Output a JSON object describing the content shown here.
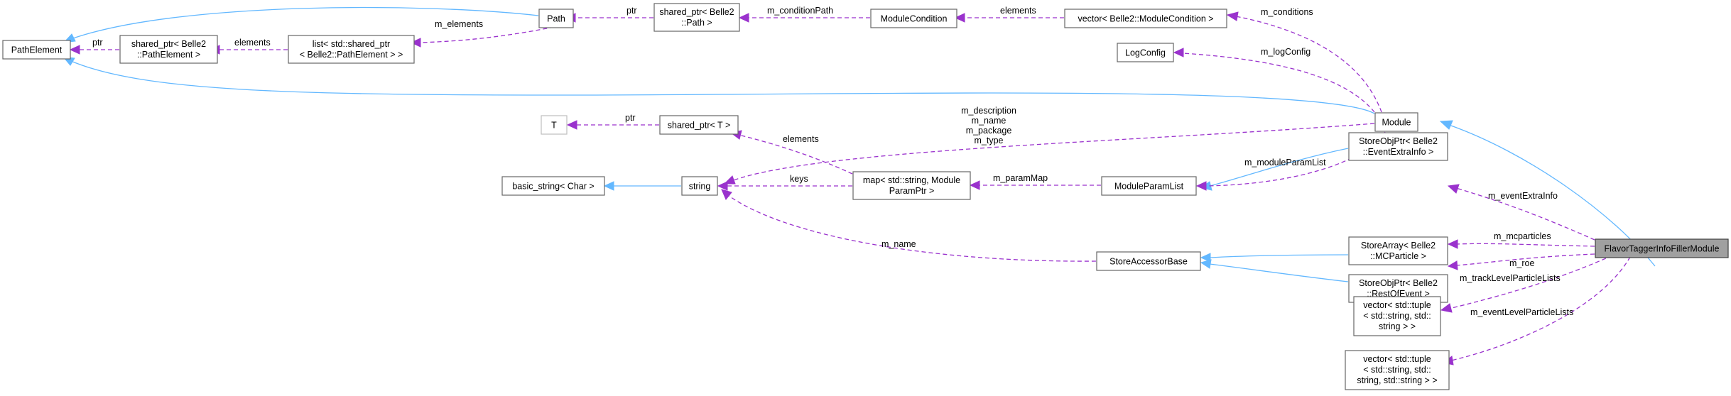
{
  "nodes": {
    "path_element": [
      "PathElement"
    ],
    "shared_ptr_path_element": [
      "shared_ptr< Belle2",
      "::PathElement >"
    ],
    "list_shared_ptr": [
      "list< std::shared_ptr",
      "< Belle2::PathElement > >"
    ],
    "path": [
      "Path"
    ],
    "shared_ptr_path": [
      "shared_ptr< Belle2",
      "::Path >"
    ],
    "module_condition": [
      "ModuleCondition"
    ],
    "vector_module_condition": [
      "vector< Belle2::ModuleCondition >"
    ],
    "log_config": [
      "LogConfig"
    ],
    "module": [
      "Module"
    ],
    "t": [
      "T"
    ],
    "shared_ptr_t": [
      "shared_ptr< T >"
    ],
    "basic_string": [
      "basic_string< Char >"
    ],
    "string": [
      "string"
    ],
    "map_param": [
      "map< std::string, Module",
      "ParamPtr >"
    ],
    "module_param_list": [
      "ModuleParamList"
    ],
    "store_accessor_base": [
      "StoreAccessorBase"
    ],
    "store_obj_ptr_event_extra": [
      "StoreObjPtr< Belle2",
      "::EventExtraInfo >"
    ],
    "store_array_mcparticle": [
      "StoreArray< Belle2",
      "::MCParticle >"
    ],
    "store_obj_ptr_roe": [
      "StoreObjPtr< Belle2",
      "::RestOfEvent >"
    ],
    "vector_tuple_track": [
      "vector< std::tuple",
      "< std::string, std::",
      "string > >"
    ],
    "vector_tuple_event": [
      "vector< std::tuple",
      "< std::string, std::",
      "string, std::string > >"
    ],
    "flavor_tagger": [
      "FlavorTaggerInfoFillerModule"
    ]
  },
  "edge_labels": {
    "ptr_path_element": "ptr",
    "elements_list": "elements",
    "m_elements": "m_elements",
    "ptr_path": "ptr",
    "m_condition_path": "m_conditionPath",
    "elements_conditions": "elements",
    "m_conditions": "m_conditions",
    "m_log_config": "m_logConfig",
    "ptr_t": "ptr",
    "elements_map": "elements",
    "string_members": [
      "m_description",
      "m_name",
      "m_package",
      "m_type"
    ],
    "keys": "keys",
    "m_param_map": "m_paramMap",
    "m_module_param_list": "m_moduleParamList",
    "m_name": "m_name",
    "m_event_extra_info": "m_eventExtraInfo",
    "m_mcparticles": "m_mcparticles",
    "m_roe": "m_roe",
    "m_track_level_particle_lists": "m_trackLevelParticleLists",
    "m_event_level_particle_lists": "m_eventLevelParticleLists"
  },
  "colors": {
    "inheritance_edge": "#63b8ff",
    "usage_edge": "#9a32cd",
    "node_border": "#666666",
    "focus_fill": "#a0a0a0"
  }
}
